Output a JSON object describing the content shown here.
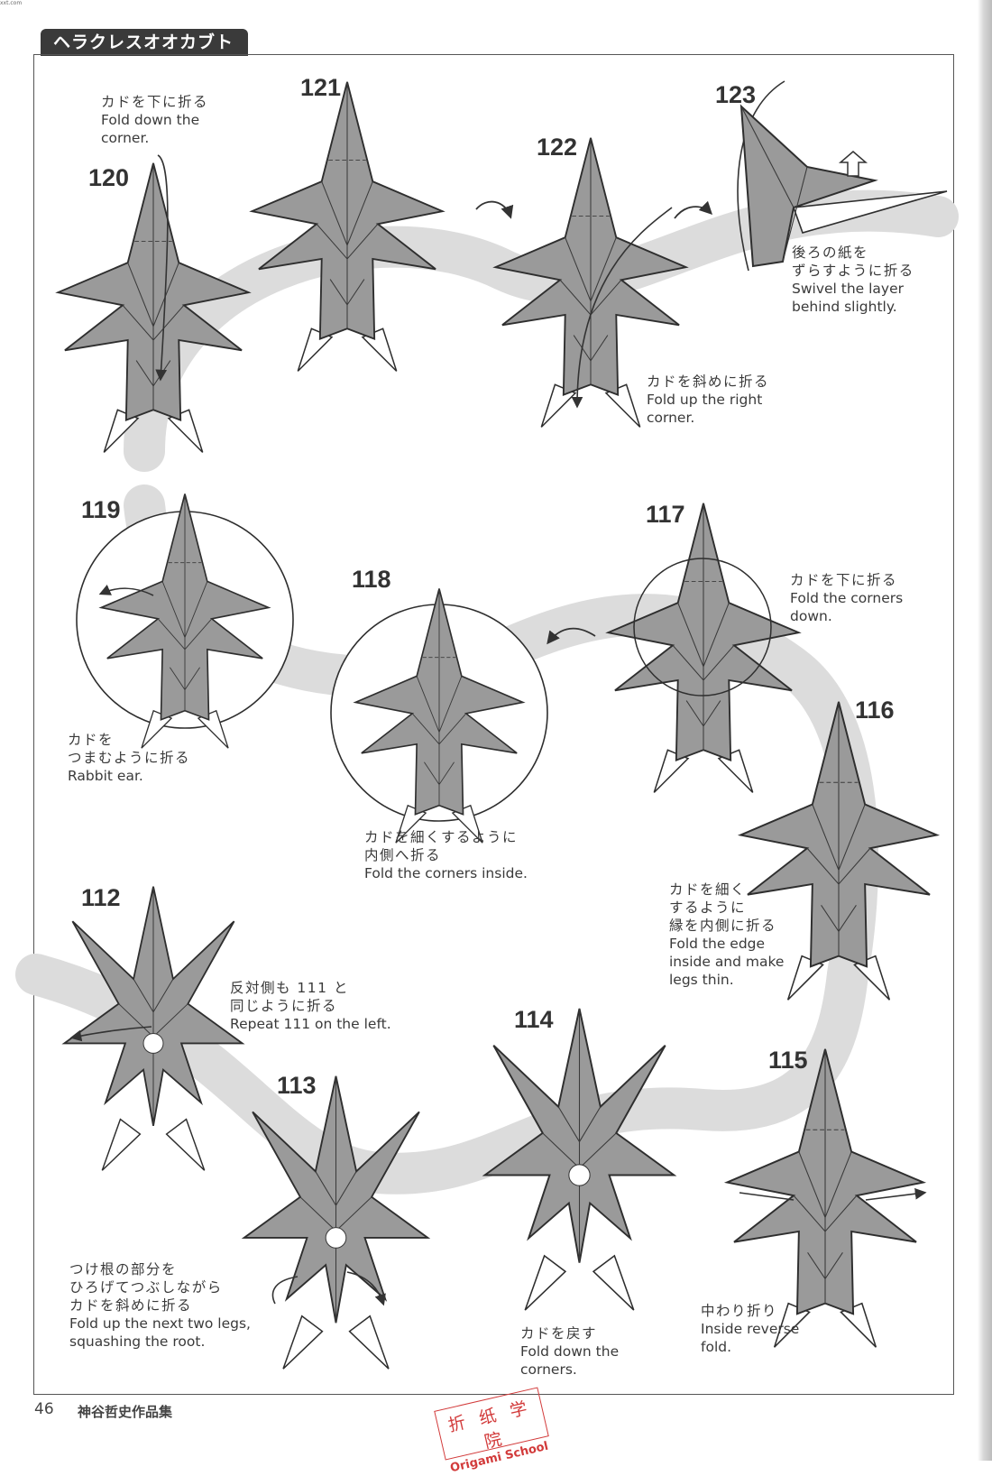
{
  "page": {
    "top_mark": "xxt.com",
    "title": "ヘラクレスオオカブト",
    "page_number": "46",
    "book_title": "神谷哲史作品集"
  },
  "stamp": {
    "line1": "折 纸 学 院",
    "line2": "Origami School"
  },
  "steps": [
    {
      "num": "120",
      "jp": "カドを下に折る",
      "en": "Fold down the\ncorner."
    },
    {
      "num": "121",
      "jp": "",
      "en": ""
    },
    {
      "num": "122",
      "jp": "カドを斜めに折る",
      "en": "Fold up the right\ncorner."
    },
    {
      "num": "123",
      "jp": "後ろの紙を\nずらすように折る",
      "en": "Swivel the layer\nbehind slightly."
    },
    {
      "num": "119",
      "jp": "カドを\nつまむように折る",
      "en": "Rabbit ear."
    },
    {
      "num": "118",
      "jp": "カドを細くするように\n内側へ折る",
      "en": "Fold the corners inside."
    },
    {
      "num": "117",
      "jp": "カドを下に折る",
      "en": "Fold the corners\ndown."
    },
    {
      "num": "116",
      "jp": "カドを細く\nするように\n縁を内側に折る",
      "en": "Fold the edge\ninside and make\nlegs thin."
    },
    {
      "num": "112",
      "jp": "反対側も 111 と\n同じように折る",
      "en": "Repeat 111 on the left."
    },
    {
      "num": "113",
      "jp": "つけ根の部分を\nひろげてつぶしながら\nカドを斜めに折る",
      "en": "Fold up the next two legs,\nsquashing the root."
    },
    {
      "num": "114",
      "jp": "カドを戻す",
      "en": "Fold down the\ncorners."
    },
    {
      "num": "115",
      "jp": "中わり折り",
      "en": "Inside reverse\nfold."
    }
  ],
  "colors": {
    "paper_fill": "#9a9a9a",
    "paper_stroke": "#2e2e2e",
    "path_band": "#dcdcdc",
    "stamp": "#d23a3a"
  }
}
